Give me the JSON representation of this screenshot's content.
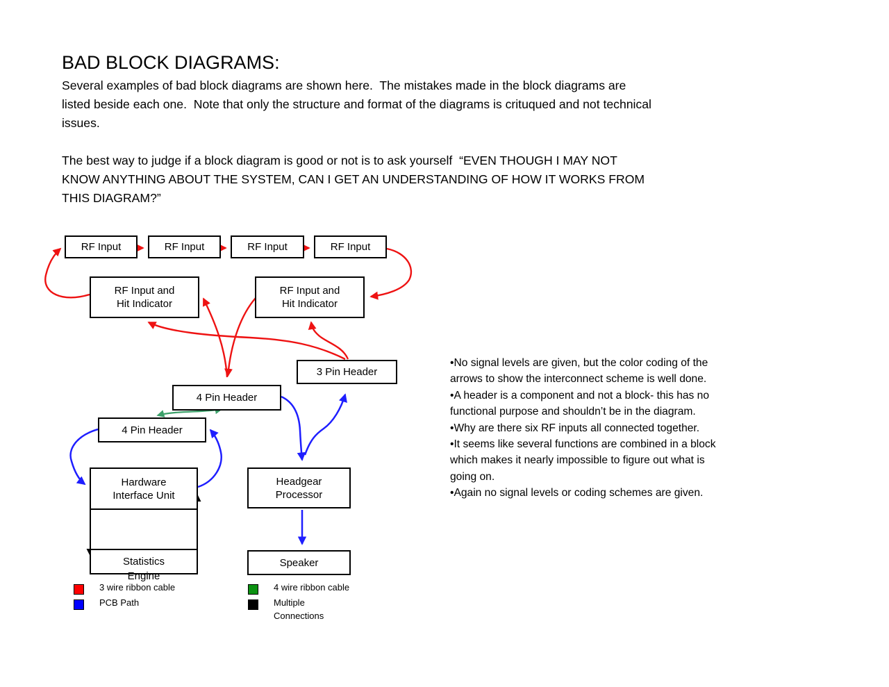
{
  "document": {
    "title": "BAD BLOCK DIAGRAMS:",
    "intro_lines": [
      "Several examples of bad block diagrams are shown here.  The mistakes made in the block diagrams are",
      "listed beside each one.  Note that only the structure and format of the diagrams is crituqued and not technical",
      "issues."
    ],
    "question_lines": [
      "The best way to judge if a block diagram is good or not is to ask yourself  “EVEN THOUGH I MAY NOT",
      "KNOW ANYTHING ABOUT THE SYSTEM, CAN I GET AN UNDERSTANDING OF HOW IT WORKS FROM",
      "THIS DIAGRAM?”"
    ]
  },
  "diagram": {
    "blocks": {
      "rf_input_1": "RF Input",
      "rf_input_2": "RF Input",
      "rf_input_3": "RF Input",
      "rf_input_4": "RF Input",
      "rf_hit_left": "RF Input and\nHit Indicator",
      "rf_hit_right": "RF Input and\nHit Indicator",
      "pin_header_3": "3 Pin Header",
      "pin_header_4_upper": "4 Pin Header",
      "pin_header_4_lower": "4 Pin Header",
      "hardware_interface_unit": "Hardware\nInterface Unit",
      "statistics_engine_line1": "Statistics",
      "statistics_engine_line2": "Engine",
      "headgear_processor": "Headgear\nProcessor",
      "speaker": "Speaker"
    },
    "arrow_colors": {
      "red": "#ee1212",
      "blue": "#1e1eff",
      "green": "#3da06a",
      "black": "#000000"
    }
  },
  "critique": {
    "lines": [
      "•No signal levels are given, but the color coding of the",
      "arrows to show the interconnect scheme is well done.",
      "•A header is a component and not a block- this has no",
      "functional purpose and shouldn’t be in the diagram.",
      "•Why are there six RF inputs all connected together.",
      "•It seems like several functions are combined in a block",
      "which makes it nearly impossible to figure out what is",
      "going on.",
      "•Again no signal levels or coding schemes are given."
    ]
  },
  "legend": {
    "items": [
      {
        "label": "3 wire ribbon cable",
        "color": "#ff0000"
      },
      {
        "label": "PCB Path",
        "color": "#0000ff"
      },
      {
        "label": "4 wire ribbon cable",
        "color": "#0c9212"
      },
      {
        "label": "Multiple\nConnections",
        "color": "#000000"
      }
    ]
  }
}
